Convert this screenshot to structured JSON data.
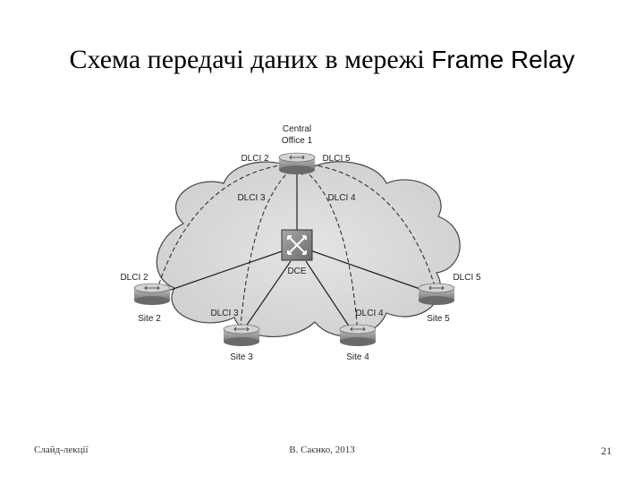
{
  "title": {
    "main": "Схема передачі даних в мережі ",
    "tech": "Frame Relay"
  },
  "diagram": {
    "central_office_line1": "Central",
    "central_office_line2": "Office 1",
    "switch_label": "DCE",
    "dlci": {
      "central_left": "DLCI 2",
      "central_right": "DLCI 5",
      "central_to_site3": "DLCI 3",
      "central_to_site4": "DLCI 4",
      "site2": "DLCI 2",
      "site3": "DLCI 3",
      "site4": "DLCI 4",
      "site5": "DLCI 5"
    },
    "sites": {
      "site2": "Site 2",
      "site3": "Site 3",
      "site4": "Site 4",
      "site5": "Site 5"
    }
  },
  "footer": {
    "left": "Слайд-лекції",
    "center": "В. Саєнко, 2013",
    "page": "21"
  }
}
